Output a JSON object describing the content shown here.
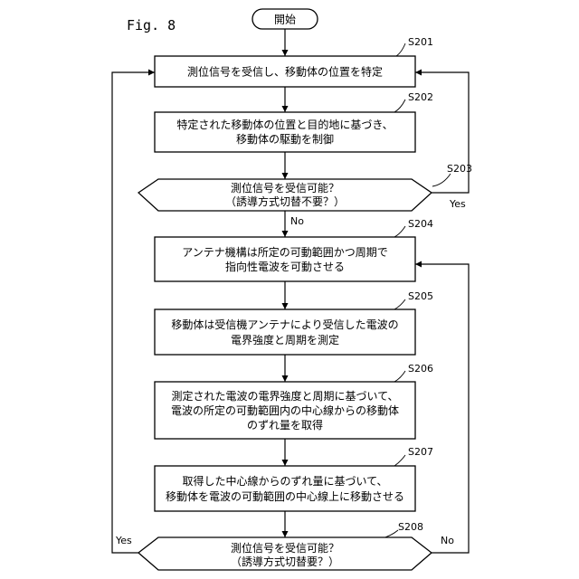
{
  "figure_label": "Fig. 8",
  "start": {
    "label": "開始"
  },
  "steps": {
    "s201": {
      "id": "S201",
      "lines": [
        "測位信号を受信し、移動体の位置を特定"
      ]
    },
    "s202": {
      "id": "S202",
      "lines": [
        "特定された移動体の位置と目的地に基づき、",
        "移動体の駆動を制御"
      ]
    },
    "s203": {
      "id": "S203",
      "lines": [
        "測位信号を受信可能？",
        "（誘導方式切替不要？）"
      ],
      "yes": "Yes",
      "no": "No"
    },
    "s204": {
      "id": "S204",
      "lines": [
        "アンテナ機構は所定の可動範囲かつ周期で",
        "指向性電波を可動させる"
      ]
    },
    "s205": {
      "id": "S205",
      "lines": [
        "移動体は受信機アンテナにより受信した電波の",
        "電界強度と周期を測定"
      ]
    },
    "s206": {
      "id": "S206",
      "lines": [
        "測定された電波の電界強度と周期に基づいて、",
        "電波の所定の可動範囲内の中心線からの移動体",
        "のずれ量を取得"
      ]
    },
    "s207": {
      "id": "S207",
      "lines": [
        "取得した中心線からのずれ量に基づいて、",
        "移動体を電波の可動範囲の中心線上に移動させる"
      ]
    },
    "s208": {
      "id": "S208",
      "lines": [
        "測位信号を受信可能？",
        "（誘導方式切替要？）"
      ],
      "yes": "Yes",
      "no": "No"
    }
  }
}
